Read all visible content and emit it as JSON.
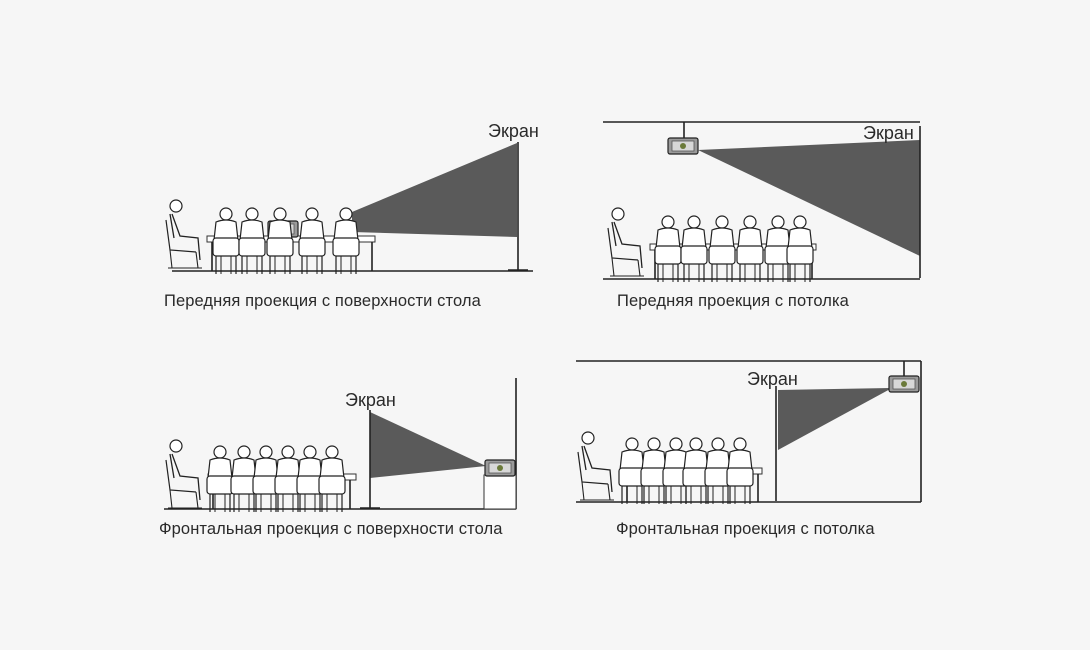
{
  "colors": {
    "background": "#f6f6f6",
    "beam": "#5a5a5a",
    "line": "#222222"
  },
  "panels": [
    {
      "id": "front-desk",
      "caption": "Передняя проекция с поверхности стола",
      "screen_label": "Экран"
    },
    {
      "id": "front-ceiling",
      "caption": "Передняя проекция с потолка",
      "screen_label": "Экран"
    },
    {
      "id": "rear-desk",
      "caption": "Фронтальная проекция с поверхности стола",
      "screen_label": "Экран"
    },
    {
      "id": "rear-ceiling",
      "caption": "Фронтальная проекция с потолка",
      "screen_label": "Экран"
    }
  ]
}
